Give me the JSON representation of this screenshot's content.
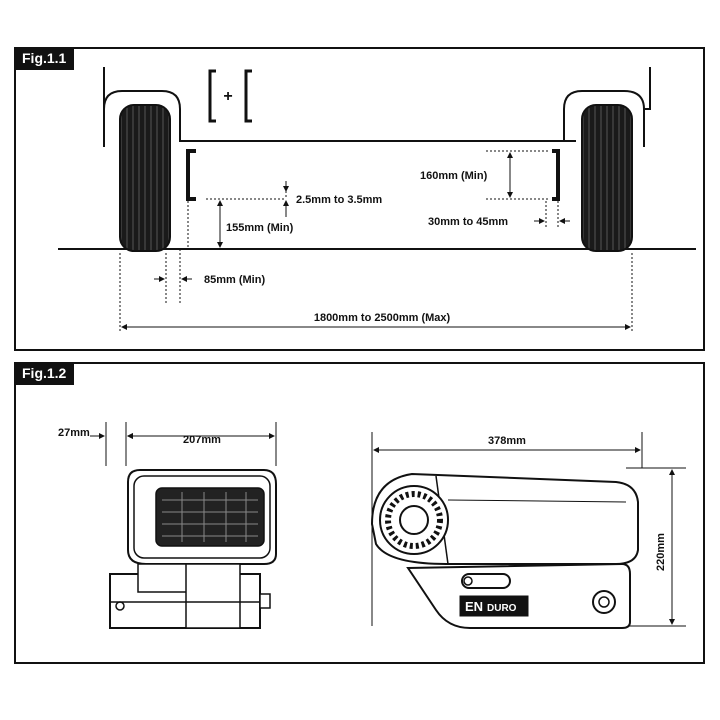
{
  "fig1": {
    "tag": "Fig.1.1",
    "bracket_symbol": "[+[",
    "dims": {
      "gap": "2.5mm to 3.5mm",
      "height_min": "155mm (Min)",
      "rail_min": "160mm (Min)",
      "flange": "30mm to 45mm",
      "offset_min": "85mm (Min)",
      "track": "1800mm to 2500mm (Max)"
    }
  },
  "fig2": {
    "tag": "Fig.1.2",
    "dims": {
      "small": "27mm",
      "width": "207mm",
      "length": "378mm",
      "height": "220mm"
    },
    "brand_en": "EN",
    "brand_duro": "DURO"
  },
  "colors": {
    "line": "#111111",
    "tyre": "#1a1a1a",
    "housing": "#2a2a2a"
  }
}
